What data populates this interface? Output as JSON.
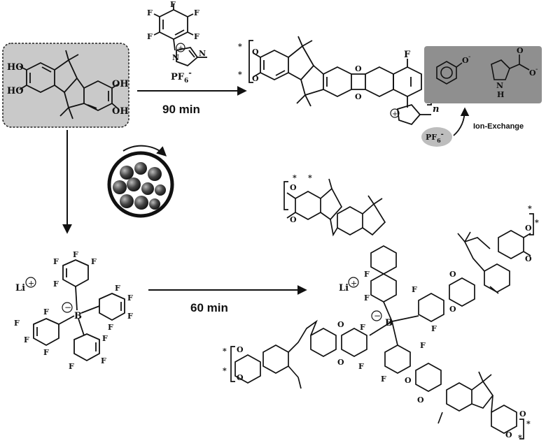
{
  "arrows": {
    "top_time": "90 min",
    "bottom_time": "60 min"
  },
  "reagent_top": {
    "substituent": "F",
    "counterion": "PF",
    "counterion_sub": "6",
    "counterion_charge": "-",
    "methyl_label": "N"
  },
  "monomer": {
    "hydroxyl": "HO",
    "hydroxyl_right": "OH"
  },
  "polymer_top": {
    "oxygen": "O",
    "fluorine": "F",
    "n_label": "n",
    "star": "*",
    "counterion": "PF",
    "counterion_sub": "6",
    "counterion_charge": "-"
  },
  "ion_exchange": {
    "label": "Ion-Exchange",
    "phenoxide_charge": "-",
    "oxygen": "O",
    "nh": "N",
    "h": "H"
  },
  "borate": {
    "cation": "Li",
    "boron": "B",
    "fluorine": "F"
  },
  "colors": {
    "box_fill": "#c9c9c9",
    "gray_box": "#8f8f8f",
    "bubble": "#bdbdbd",
    "ink": "#111111"
  }
}
